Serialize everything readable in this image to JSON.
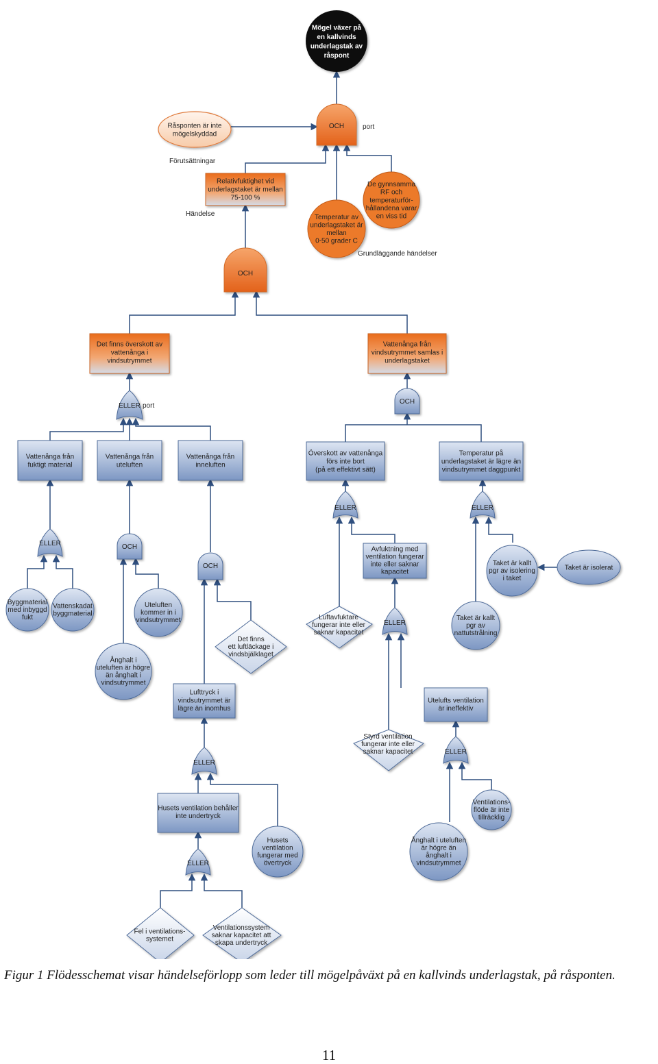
{
  "top_event": "Mögel växer på\nen kallvinds\nunderlagstak av\nråspont",
  "gate_top": "OCH",
  "port_label": "port",
  "condition_rasponten": "Råsponten är inte\nmögelskyddad",
  "label_forutsattningar": "Förutsättningar",
  "event_rf": "Relativfuktighet vid\nunderlagstaket är mellan\n75-100 %",
  "label_handelse": "Händelse",
  "basic_temp": "Temperatur av\nunderlagstaket är\nmellan\n0-50 grader C",
  "basic_gynnsamma": "De gynnsamma\nRF och\ntemperaturför-\nhållandena varar\nen viss tid",
  "label_grundlaggande": "Grundläggande händelser",
  "gate_mid": "OCH",
  "event_overskott": "Det finns överskott av\nvattenånga i\nvindsutrymmet",
  "event_samlas": "Vattenånga från\nvindsutrymmet samlas i\nunderlagstaket",
  "gate_eller_left": "ELLER",
  "port_label_2": "port",
  "gate_och_right": "OCH",
  "event_fuktigt": "Vattenånga från\nfuktigt material",
  "event_uteluften": "Vattenånga från\nuteluften",
  "event_inneluften": "Vattenånga från\ninneluften",
  "event_forsbort": "Överskott av vattenånga\nförs inte bort\n(på ett effektivt sätt)",
  "event_temp_dagg": "Temperatur på\nunderlagstaket är lägre än\nvindsutrymmet daggpunkt",
  "gate_eller_fukt": "ELLER",
  "gate_och_ute": "OCH",
  "gate_och_inne": "OCH",
  "gate_eller_forsbort": "ELLER",
  "gate_eller_temp": "ELLER",
  "basic_byggmaterial": "Byggmaterial\nmed inbyggd\nfukt",
  "basic_vattenskadat": "Vattenskadat\nbyggmaterial",
  "basic_anghalt_ute": "Ånghalt i\nuteluften är högre\nän ånghalt i\nvindsutrymmet",
  "basic_uteluften_kommer": "Uteluften\nkommer in i\nvindsutrymmet",
  "undev_luftlackage": "Det finns\nett luftläckage i\nvindsbjälklaget",
  "event_lufttryck": "Lufttryck i\nvindsutrymmet är\nlägre än inomhus",
  "gate_eller_lufttryck": "ELLER",
  "event_husets_vent": "Husets ventilation behåller\ninte undertryck",
  "basic_overtryck": "Husets\nventilation\nfungerar med\növertryck",
  "gate_eller_husets": "ELLER",
  "undev_fel_vent": "Fel i ventilations-\nsystemet",
  "undev_saknar_kap": "Ventilationssystem\nsaknar kapacitet att\nskapa undertryck",
  "event_avfuktning": "Avfuktning med\nventilation fungerar\ninte eller saknar\nkapacitet",
  "undev_luftavfuktare": "Luftavfuktare\nfungerar inte eller\nsaknar kapacitet",
  "gate_eller_avfuktning": "ELLER",
  "undev_styrd": "Styrd ventilation\nfungerar inte eller\nsaknar kapacitet",
  "event_utelufts_vent": "Utelufts ventilation\när ineffektiv",
  "gate_eller_utelufts": "ELLER",
  "basic_ventflode": "Ventilations-\nflöde är inte\ntillräcklig",
  "basic_anghalt_ute_2": "Ånghalt i uteluften\när högre än\nånghalt i\nvindsutrymmet",
  "basic_taket_kallt_isol": "Taket är kallt\npgr av isolering\ni taket",
  "cond_taket_isolerat": "Taket är isolerat",
  "basic_taket_kallt_natt": "Taket är kallt\npgr av\nnattutstrålning",
  "caption": "Figur 1 Flödesschemat visar händelseförlopp som leder till mögelpåväxt på en kallvinds underlagstak, på råsponten.",
  "page_number": "11",
  "colors": {
    "orange": "#ec7a2a",
    "blue": "#8ea6cc",
    "black_node": "#0a0a0a",
    "connector": "#2f4f7f",
    "condition_fill": "#fbe2cf",
    "condition_edge": "#e07a3a"
  }
}
